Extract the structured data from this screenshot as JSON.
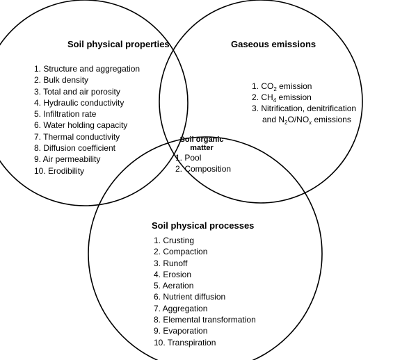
{
  "diagram": {
    "type": "venn",
    "circles": [
      {
        "id": "physical-properties",
        "title": "Soil physical properties"
      },
      {
        "id": "gaseous-emissions",
        "title": "Gaseous emissions"
      },
      {
        "id": "physical-processes",
        "title": "Soil physical processes"
      }
    ],
    "physical_properties": {
      "title": "Soil physical properties",
      "items": [
        "1. Structure and aggregation",
        "2. Bulk density",
        "3. Total and air porosity",
        "4. Hydraulic conductivity",
        "5. Infiltration rate",
        "6. Water holding capacity",
        "7. Thermal conductivity",
        "8. Diffusion coefficient",
        "9. Air permeability",
        "10. Erodibility"
      ]
    },
    "gaseous_emissions": {
      "title": "Gaseous emissions",
      "item1_prefix": "1. CO",
      "item1_sub": "2",
      "item1_suffix": " emission",
      "item2_prefix": "2. CH",
      "item2_sub": "4",
      "item2_suffix": " emission",
      "item3_line1": "3.  Nitrification, denitrification",
      "item3_line2_prefix": "and N",
      "item3_line2_sub": "2",
      "item3_line2_mid": "O/NO",
      "item3_line2_sub2": "x",
      "item3_line2_suffix": " emissions"
    },
    "physical_processes": {
      "title": "Soil physical processes",
      "items": [
        "1. Crusting",
        "2. Compaction",
        "3. Runoff",
        "4. Erosion",
        "5. Aeration",
        "6. Nutrient diffusion",
        "7. Aggregation",
        "8. Elemental transformation",
        "9. Evaporation",
        "10. Transpiration"
      ]
    },
    "center": {
      "title_line1": "Soil organic",
      "title_line2": "matter",
      "items": [
        "1. Pool",
        "2. Composition"
      ]
    },
    "stroke_color": "#000000"
  }
}
